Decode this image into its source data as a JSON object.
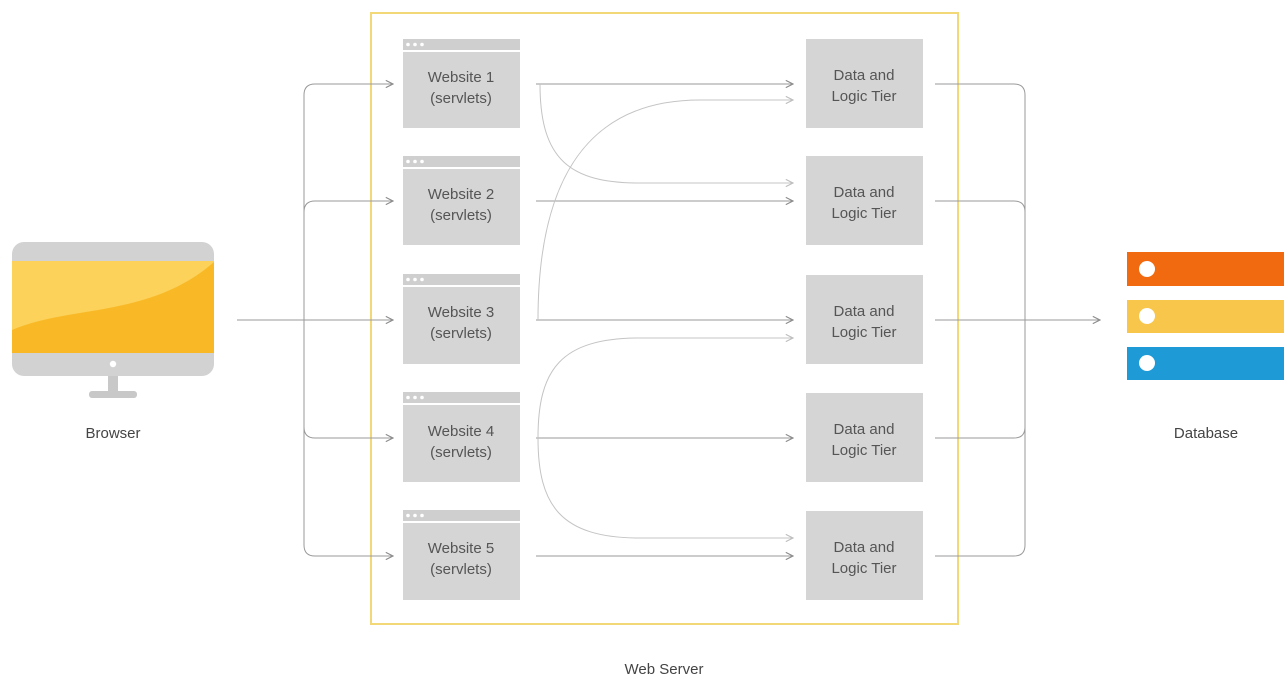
{
  "browser": {
    "label": "Browser"
  },
  "web_server": {
    "label": "Web Server"
  },
  "database": {
    "label": "Database",
    "bar_colors": [
      "#F26A0F",
      "#F8C64A",
      "#1E9AD6"
    ]
  },
  "websites": [
    {
      "line1": "Website 1",
      "line2": "(servlets)"
    },
    {
      "line1": "Website 2",
      "line2": "(servlets)"
    },
    {
      "line1": "Website 3",
      "line2": "(servlets)"
    },
    {
      "line1": "Website 4",
      "line2": "(servlets)"
    },
    {
      "line1": "Website 5",
      "line2": "(servlets)"
    }
  ],
  "tiers": [
    {
      "line1": "Data and",
      "line2": "Logic Tier"
    },
    {
      "line1": "Data and",
      "line2": "Logic Tier"
    },
    {
      "line1": "Data and",
      "line2": "Logic Tier"
    },
    {
      "line1": "Data and",
      "line2": "Logic Tier"
    },
    {
      "line1": "Data and",
      "line2": "Logic Tier"
    }
  ],
  "colors": {
    "server_frame": "#F3D878",
    "box_fill": "#D5D5D5",
    "monitor_screen": "#F9B927",
    "monitor_bezel": "#D2D2D2"
  }
}
